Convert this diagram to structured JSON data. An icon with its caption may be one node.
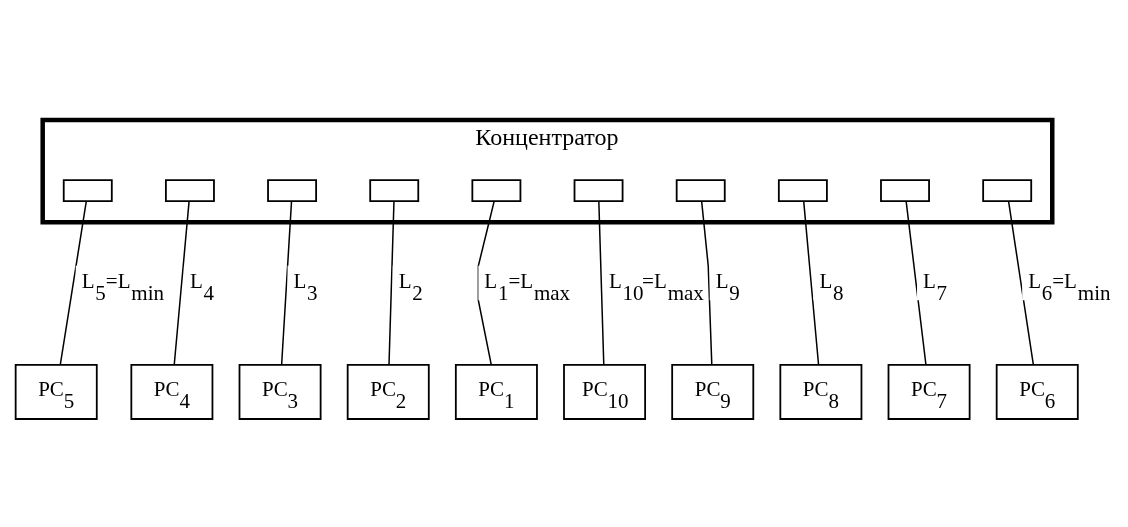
{
  "diagram": {
    "nodes": [
      {
        "text": [
          "Концентратор"
        ]
      },
      {
        "text": [],
        "shape": "box",
        "in": 0
      },
      {
        "text": [],
        "shape": "box",
        "in": 0
      },
      {
        "text": [],
        "shape": "box",
        "in": 0
      },
      {
        "text": [],
        "shape": "box",
        "in": 0
      },
      {
        "text": [],
        "shape": "box",
        "in": 0
      },
      {
        "text": [],
        "shape": "box",
        "in": 0
      },
      {
        "text": [],
        "shape": "box",
        "in": 0
      },
      {
        "text": [],
        "shape": "box",
        "in": 0
      },
      {
        "text": [],
        "shape": "box",
        "in": 0
      },
      {
        "text": [],
        "shape": "box",
        "in": 0
      },
      {
        "text": [
          "PC$_{5}$"
        ]
      },
      {
        "text": [
          "PC$_{4}$"
        ]
      },
      {
        "text": [
          "PC$_{3}$"
        ]
      },
      {
        "text": [
          "PC$_{2}$"
        ]
      },
      {
        "text": [
          "PC$_{1}$"
        ]
      },
      {
        "text": [
          "PC$_{6}$"
        ]
      },
      {
        "text": [
          "PC$_{7}$"
        ]
      },
      {
        "text": [
          "PC$_{8}$"
        ]
      },
      {
        "text": [
          "PC$_{9}$"
        ]
      },
      {
        "text": [
          "PC$_{10}$"
        ]
      }
    ],
    "edges": [
      {
        "from": 1,
        "to": 11,
        "arrow": "none",
        "label": "L$_{5}$=L$_{min}$"
      },
      {
        "from": 2,
        "to": 12,
        "arrow": "none",
        "label": "L$_{4}$"
      },
      {
        "from": 3,
        "to": 13,
        "arrow": "none",
        "label": "L$_{3}$"
      },
      {
        "from": 4,
        "to": 14,
        "arrow": "none",
        "label": "L$_{2}$"
      },
      {
        "from": 5,
        "to": 15,
        "arrow": "none",
        "label": "L$_{1}$=L$_{max}$"
      },
      {
        "from": 6,
        "to": 20,
        "arrow": "none",
        "label": "L$_{10}$=L$_{max}$"
      },
      {
        "from": 7,
        "to": 19,
        "arrow": "none",
        "label": "L$_{9}$"
      },
      {
        "from": 8,
        "to": 18,
        "arrow": "none",
        "label": "L$_{8}$"
      },
      {
        "from": 9,
        "to": 17,
        "arrow": "none",
        "label": "L$_{7}$"
      },
      {
        "from": 10,
        "to": 16,
        "arrow": "none",
        "label": "L$_{6}$=L$_{min}$"
      }
    ]
  }
}
